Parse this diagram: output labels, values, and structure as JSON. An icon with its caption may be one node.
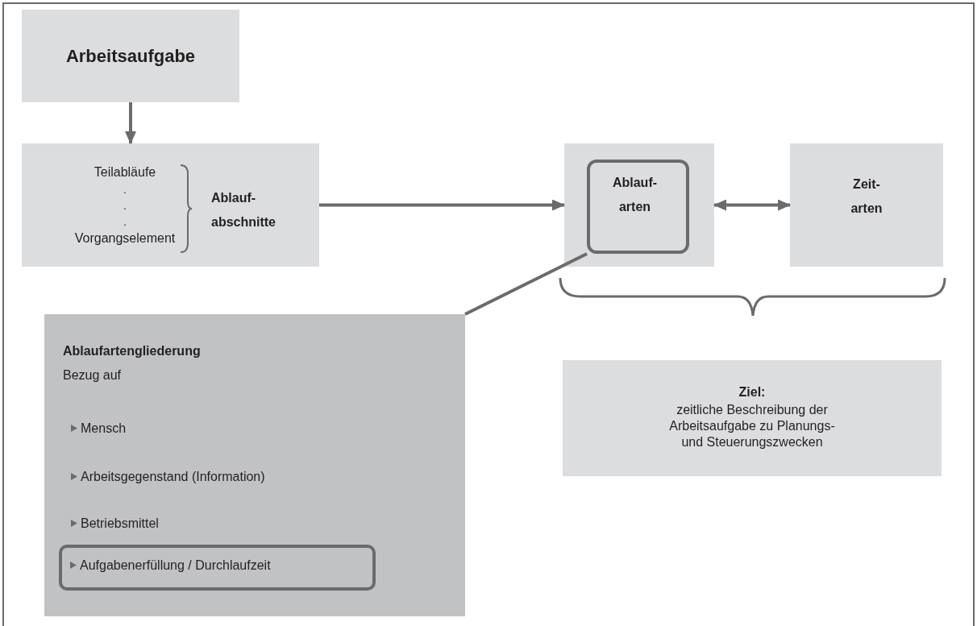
{
  "diagram": {
    "nodes": [
      {
        "text": [
          "Arbeitsaufgabe"
        ]
      },
      {
        "text": [
          "Teilabläufe",
          ".",
          ".",
          ".",
          "Vorgangselement",
          "Ablauf- abschnitte"
        ]
      },
      {
        "text": [],
        "shape": "box"
      },
      {
        "text": [
          "Ablauf- arten"
        ],
        "in": 2
      },
      {
        "text": [
          "Zeit- arten"
        ]
      },
      {
        "text": [
          "Ablaufartengliederung",
          "Bezug auf",
          "Mensch",
          "Arbeitsgegenstand  (Information)",
          "Betriebsmittel"
        ]
      },
      {
        "text": [
          "Aufgabenerfüllung / Durchlaufzeit"
        ],
        "in": 5
      },
      {
        "text": [
          "Ziel:",
          "zeitliche Beschreibung der Arbeitsaufgabe zu Planungs- und Steuerungszwecken"
        ]
      }
    ],
    "edges": [
      {
        "from": 0,
        "to": 1,
        "arrow": "to"
      },
      {
        "from": 1,
        "to": 2,
        "arrow": "to"
      },
      {
        "from": 2,
        "to": 4,
        "arrow": "both"
      },
      {
        "from": 3,
        "to": 5,
        "arrow": "none"
      }
    ]
  }
}
